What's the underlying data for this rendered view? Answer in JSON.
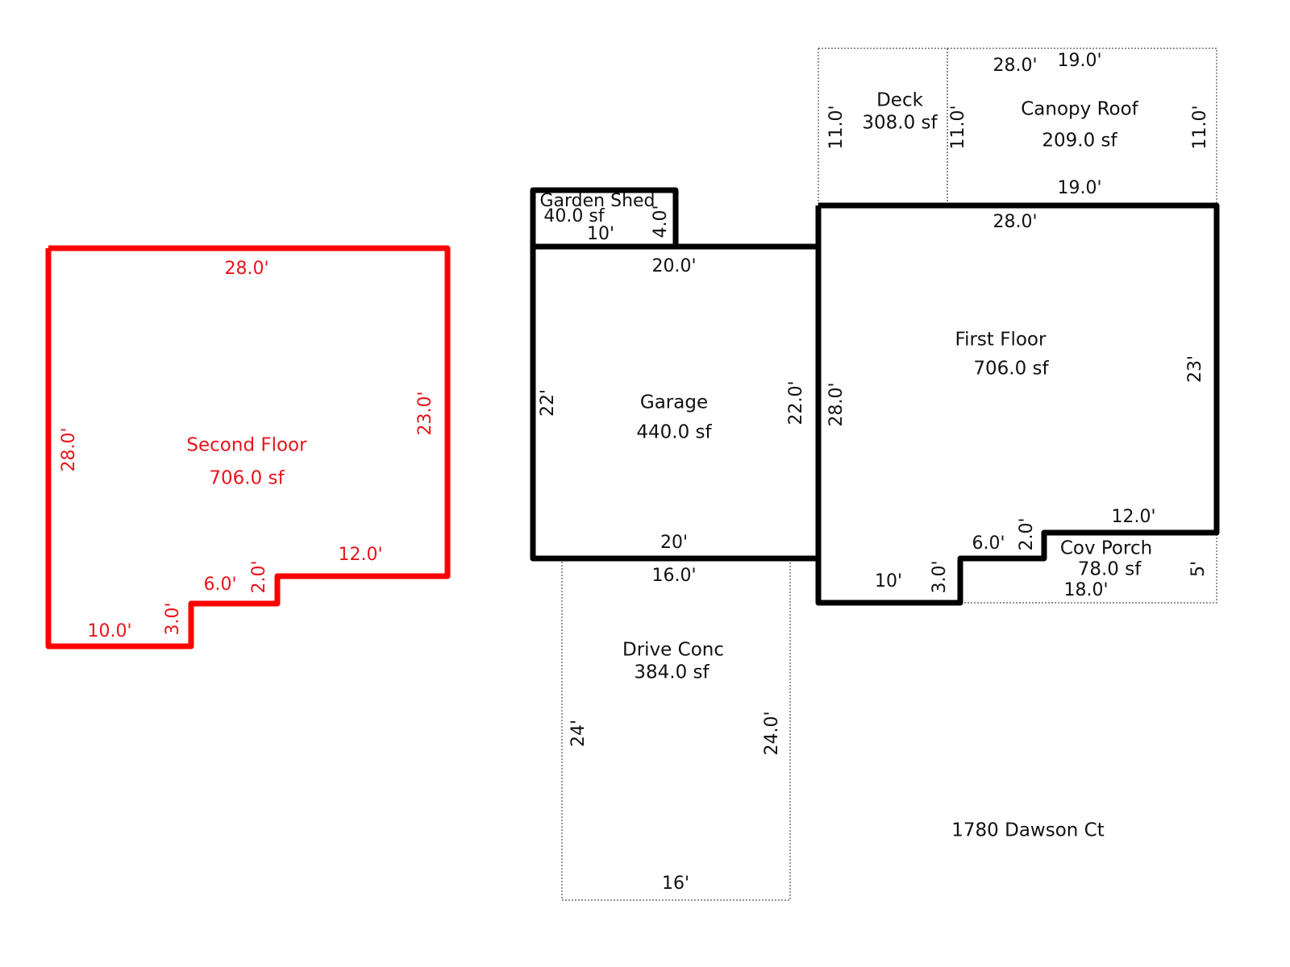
{
  "address": "1780 Dawson Ct",
  "colors": {
    "main": "#000000",
    "second_floor": "#ff0000",
    "second_floor_text": "#e8141c",
    "dotted": "#555555"
  },
  "areas": {
    "second_floor": {
      "name": "Second Floor",
      "area": "706.0 sf",
      "dims": {
        "top": "28.0'",
        "left": "28.0'",
        "right": "23.0'",
        "step_top": "12.0'",
        "step_mid_v": "2.0'",
        "step_mid_h": "6.0'",
        "step_low_v": "3.0'",
        "bottom": "10.0'"
      }
    },
    "first_floor": {
      "name": "First Floor",
      "area": "706.0 sf",
      "dims": {
        "top": "28.0'",
        "left": "28.0'",
        "right": "23'",
        "step_top": "12.0'",
        "step_mid_v": "2.0'",
        "step_mid_h": "6.0'",
        "step_low_v": "3.0'",
        "bottom": "10'"
      }
    },
    "garage": {
      "name": "Garage",
      "area": "440.0 sf",
      "dims": {
        "top": "20.0'",
        "left": "22'",
        "right": "22.0'",
        "bottom": "20'"
      }
    },
    "garden_shed": {
      "name": "Garden Shed",
      "area": "40.0 sf",
      "dims": {
        "bottom": "10'",
        "right": "4.0'"
      }
    },
    "deck": {
      "name": "Deck",
      "area": "308.0 sf",
      "dims": {
        "top": "28.0'",
        "left": "11.0'"
      }
    },
    "canopy_roof": {
      "name": "Canopy Roof",
      "area": "209.0 sf",
      "dims": {
        "top": "19.0'",
        "left": "11.0'",
        "right": "11.0'",
        "bottom": "19.0'"
      }
    },
    "cov_porch": {
      "name": "Cov Porch",
      "area": "78.0 sf",
      "dims": {
        "right": "5'",
        "bottom": "18.0'"
      }
    },
    "drive_conc": {
      "name": "Drive Conc",
      "area": "384.0 sf",
      "dims": {
        "top": "16.0'",
        "left": "24'",
        "right": "24.0'",
        "bottom": "16'"
      }
    }
  }
}
